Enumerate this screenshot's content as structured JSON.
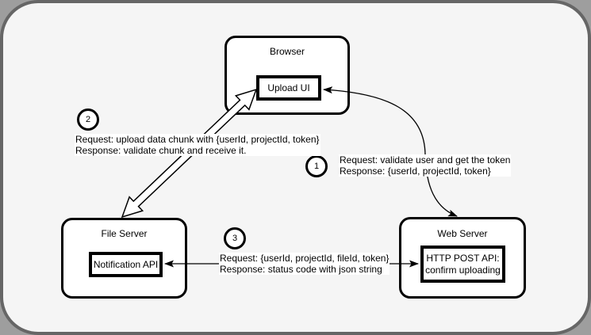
{
  "canvas": {
    "outer_bg": "#9e9e9e",
    "surface_bg": "#f5f5f5",
    "surface_border": "#666666",
    "node_border": "#000000",
    "node_fill": "#ffffff",
    "text_color": "#000000"
  },
  "nodes": {
    "browser": {
      "title": "Browser",
      "component": "Upload UI"
    },
    "file_server": {
      "title": "File Server",
      "component": "Notification API"
    },
    "web_server": {
      "title": "Web Server",
      "component_line1": "HTTP POST API:",
      "component_line2": "confirm uploading"
    }
  },
  "interactions": [
    {
      "number": "1",
      "request": "Request: validate user and get the token",
      "response": "Response: {userId, projectId, token}"
    },
    {
      "number": "2",
      "request": "Request: upload data chunk with {userId, projectId, token}",
      "response": "Response: validate chunk and receive it."
    },
    {
      "number": "3",
      "request": "Request: {userId, projectId, fileId, token}",
      "response": "Response: status code with json string"
    }
  ]
}
